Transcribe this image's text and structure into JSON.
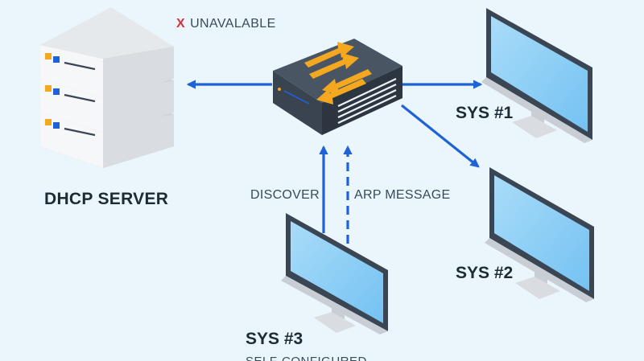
{
  "status": {
    "mark": "X",
    "text": "UNAVALABLE"
  },
  "nodes": {
    "dhcp_server": "DHCP SERVER",
    "sys1": "SYS #1",
    "sys2": "SYS #2",
    "sys3": "SYS #3",
    "sys3_caption": "SELF-CONFIGURED"
  },
  "edges": {
    "discover": "DISCOVER",
    "arp": "ARP MESSAGE"
  },
  "colors": {
    "background": "#eaf5fc",
    "arrow": "#1f62d6",
    "switch_arrows": "#f4a81f",
    "unavailable_mark": "#d8303c",
    "screen": "#8fd0f7",
    "monitor_frame": "#3b4654"
  },
  "icons": [
    "server-icon",
    "network-switch-icon",
    "monitor-icon"
  ]
}
